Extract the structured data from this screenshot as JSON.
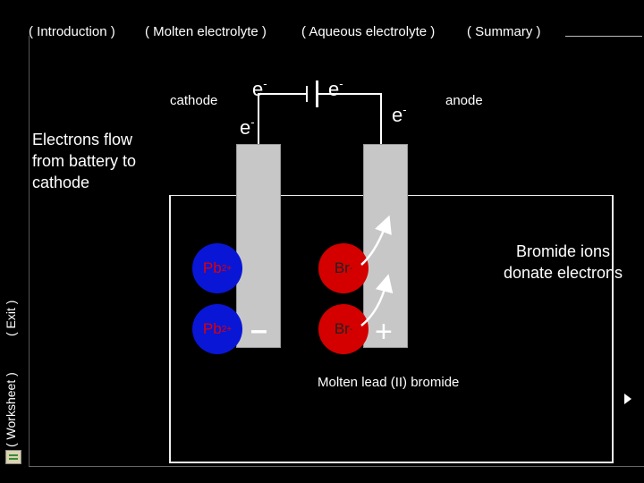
{
  "nav": {
    "introduction": "( Introduction )",
    "molten": "( Molten electrolyte )",
    "aqueous": "( Aqueous electrolyte )",
    "summary": "( Summary )"
  },
  "side_nav": {
    "worksheet": "( Worksheet )",
    "exit": "( Exit )"
  },
  "diagram": {
    "cathode_label": "cathode",
    "anode_label": "anode",
    "electron_symbol": "e",
    "electron_charge": "-",
    "left_caption": "Electrons flow from battery to cathode",
    "right_caption": "Bromide ions donate electrons",
    "electrolyte_label": "Molten lead (II) bromide",
    "pb_ion_label": "Pb",
    "pb_ion_charge": "2+",
    "br_ion_label": "Br",
    "br_ion_charge": "-",
    "cathode_sign": "–",
    "anode_sign": "+"
  },
  "icons": {
    "next": "play-icon",
    "help": "notepad-icon"
  },
  "colors": {
    "background": "#000000",
    "pb_ion": "#0a16d6",
    "br_ion": "#d40000",
    "electrode": "#c7c7c7"
  }
}
